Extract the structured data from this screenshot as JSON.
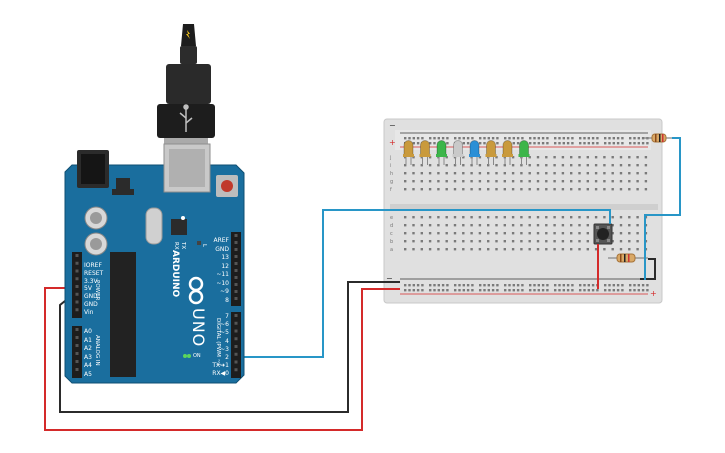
{
  "arduino": {
    "brand": "ARDUINO",
    "model": "UNO",
    "on_label": "ON",
    "power_section": "POWER",
    "analog_section": "ANALOG IN",
    "digital_section": "DIGITAL (PWM ~)",
    "tx_label": "TX",
    "rx_label": "RX",
    "l_label": "L",
    "power_pins": [
      "IOREF",
      "RESET",
      "3.3V",
      "5V",
      "GND",
      "GND",
      "Vin"
    ],
    "analog_pins": [
      "A0",
      "A1",
      "A2",
      "A3",
      "A4",
      "A5"
    ],
    "digital_top": [
      "AREF",
      "GND",
      "13",
      "12",
      "~11",
      "~10",
      "~9",
      "8"
    ],
    "digital_bottom": [
      "7",
      "~6",
      "~5",
      "4",
      "~3",
      "2",
      "TX➜1",
      "RX◀0"
    ]
  },
  "breadboard": {
    "row_letters_top": [
      "j",
      "i",
      "h",
      "g",
      "f"
    ],
    "row_letters_bottom": [
      "e",
      "d",
      "c",
      "b",
      "a"
    ],
    "plus": "+",
    "minus": "−"
  },
  "leds": [
    {
      "color": "orange",
      "fill": "#c99a3c"
    },
    {
      "color": "orange",
      "fill": "#c99a3c"
    },
    {
      "color": "green",
      "fill": "#3cb54a"
    },
    {
      "color": "white",
      "fill": "#c9c9c9"
    },
    {
      "color": "blue",
      "fill": "#2b8fd6"
    },
    {
      "color": "orange",
      "fill": "#c99a3c"
    },
    {
      "color": "orange",
      "fill": "#c99a3c"
    },
    {
      "color": "green",
      "fill": "#3cb54a"
    }
  ],
  "colors": {
    "board_blue": "#1a6e9e",
    "wire_red": "#d42a2a",
    "wire_black": "#2b2b2b",
    "wire_blue": "#2896c7",
    "breadboard": "#e2e2e2"
  }
}
